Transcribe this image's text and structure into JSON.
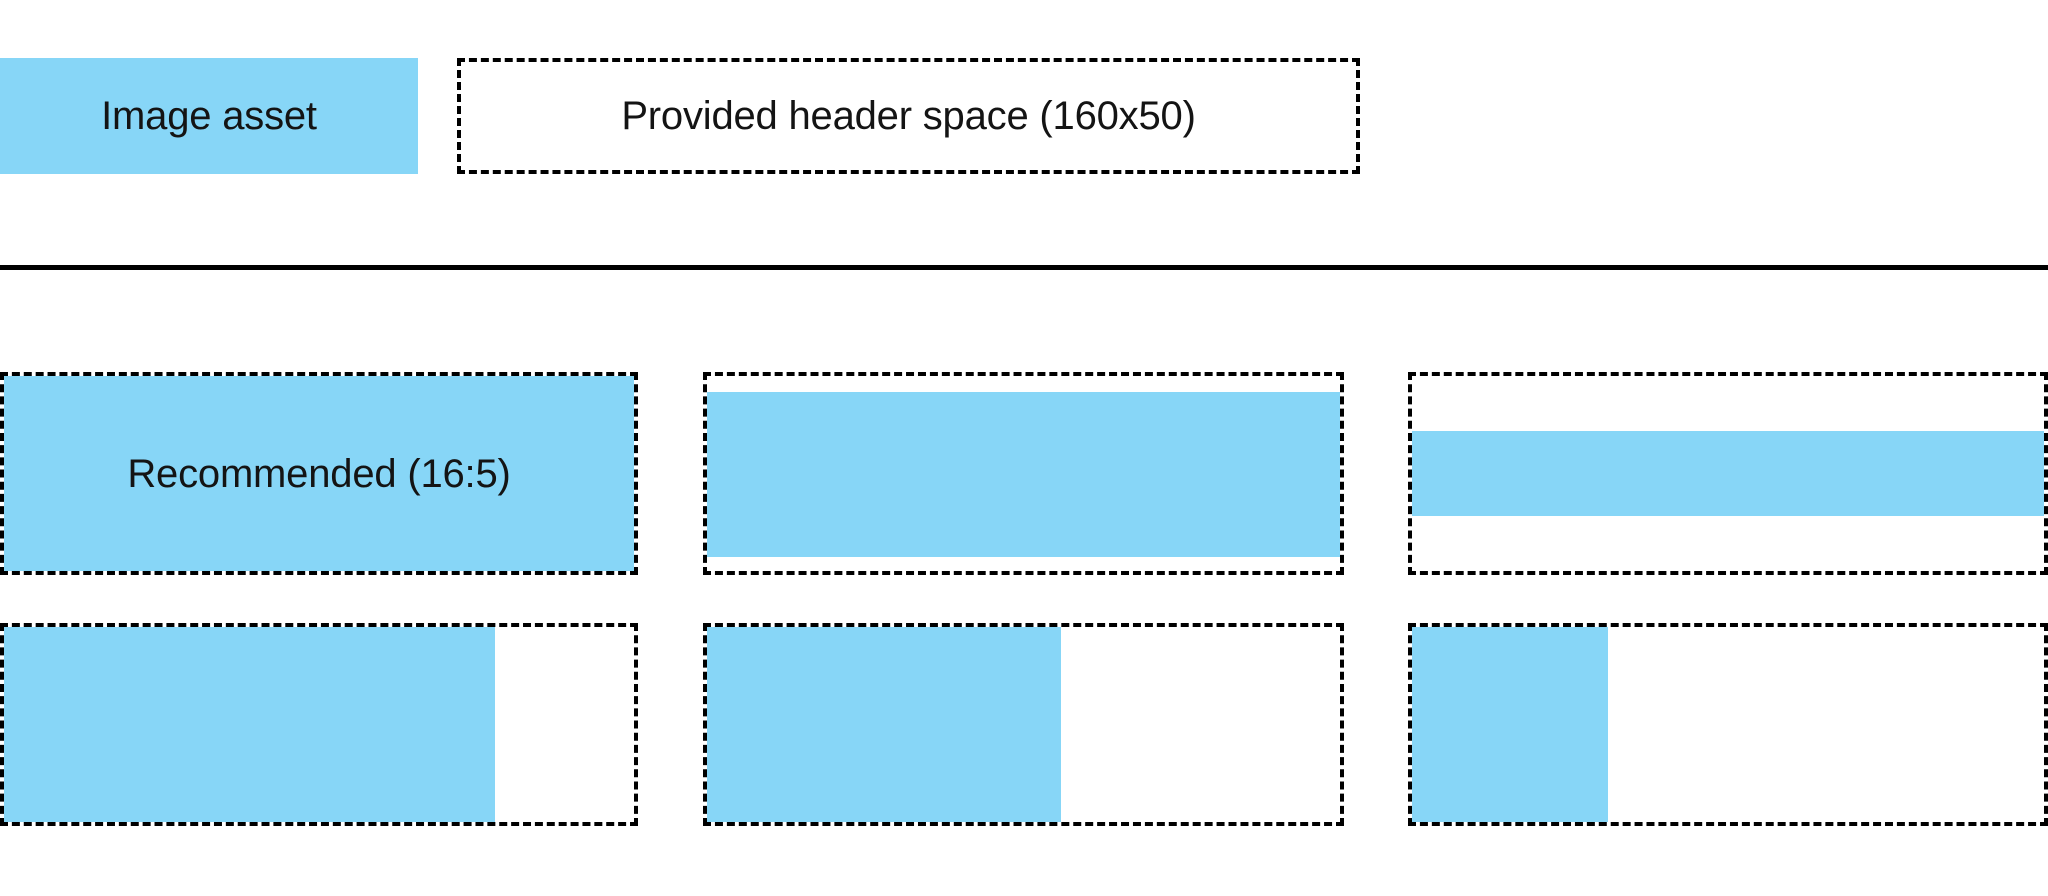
{
  "colors": {
    "accent": "#87D6F7",
    "outline": "#000000",
    "text": "#141414",
    "background": "#FFFFFF"
  },
  "header": {
    "image_asset_label": "Image asset",
    "provided_space_label": "Provided header space (160x50)"
  },
  "grid": {
    "rows": [
      {
        "cells": [
          {
            "label": "Recommended (16:5)",
            "fill_left_pct": 0,
            "fill_top_pct": 0,
            "fill_width_pct": 100,
            "fill_height_pct": 100
          },
          {
            "label": "",
            "fill_left_pct": 0,
            "fill_top_pct": 8,
            "fill_width_pct": 100,
            "fill_height_pct": 85
          },
          {
            "label": "",
            "fill_left_pct": 0,
            "fill_top_pct": 28,
            "fill_width_pct": 100,
            "fill_height_pct": 44
          }
        ]
      },
      {
        "cells": [
          {
            "label": "",
            "fill_left_pct": 0,
            "fill_top_pct": 0,
            "fill_width_pct": 78,
            "fill_height_pct": 100
          },
          {
            "label": "",
            "fill_left_pct": 0,
            "fill_top_pct": 0,
            "fill_width_pct": 56,
            "fill_height_pct": 100
          },
          {
            "label": "",
            "fill_left_pct": 0,
            "fill_top_pct": 0,
            "fill_width_pct": 31,
            "fill_height_pct": 100
          }
        ]
      }
    ]
  }
}
